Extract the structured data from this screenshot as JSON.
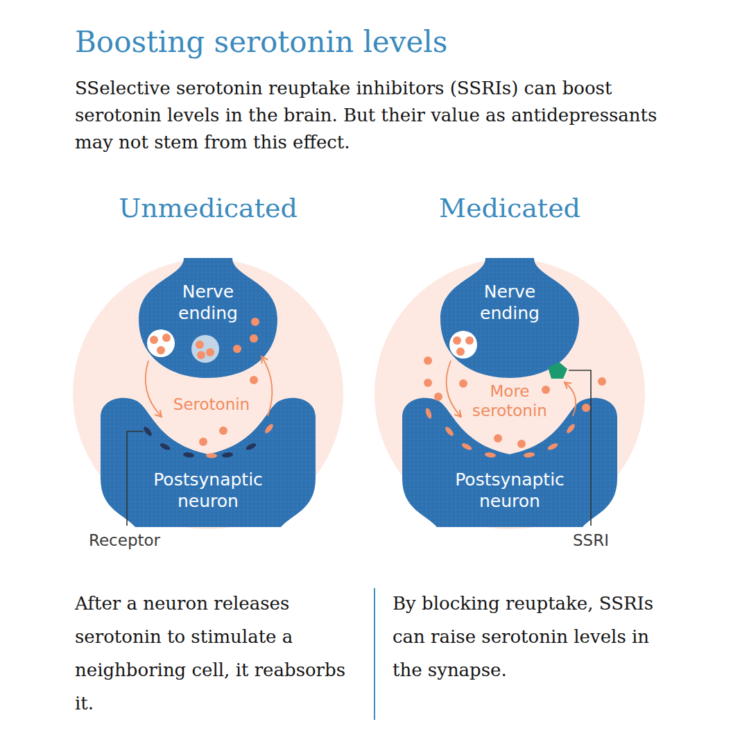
{
  "diagram": {
    "title": "Boosting serotonin levels",
    "nodes": [
      {
        "text": [
          "Unmedicated"
        ]
      },
      {
        "text": [
          "Nerve ending"
        ],
        "in": 0
      },
      {
        "text": [
          "Postsynaptic neuron"
        ],
        "in": 0
      },
      {
        "text": [
          "Medicated"
        ]
      },
      {
        "text": [
          "Nerve ending"
        ],
        "in": 3
      },
      {
        "text": [
          "Postsynaptic neuron"
        ],
        "in": 3
      }
    ],
    "labels": [
      "SSelective serotonin reuptake inhibitors (SSRIs) can boost serotonin levels in the brain. But their value as antidepressants may not stem from this effect.",
      "Serotonin",
      "Receptor",
      "More serotonin",
      "SSRI",
      "After a neuron releases serotonin to stimulate a neighboring cell, it reabsorbs it.",
      "By blocking reuptake, SSRIs can raise serotonin levels in the synapse."
    ]
  }
}
